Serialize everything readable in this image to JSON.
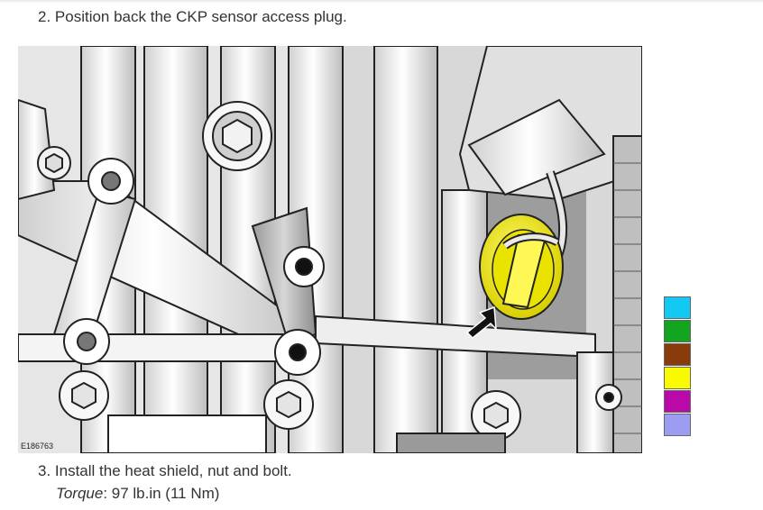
{
  "steps": {
    "step2": "2. Position back the CKP sensor access plug.",
    "step3": "3. Install the heat shield, nut and bolt.",
    "torque_label": "Torque",
    "torque_value": ": 97 lb.in (11 Nm)"
  },
  "figure": {
    "id": "E186763",
    "highlight_color": "#f2ef10",
    "arrow_icon": "arrow-icon"
  },
  "legend": {
    "swatches": [
      "#14c8f4",
      "#11a520",
      "#8a3b0c",
      "#f9f900",
      "#b90aa9",
      "#9c9cf2"
    ]
  }
}
